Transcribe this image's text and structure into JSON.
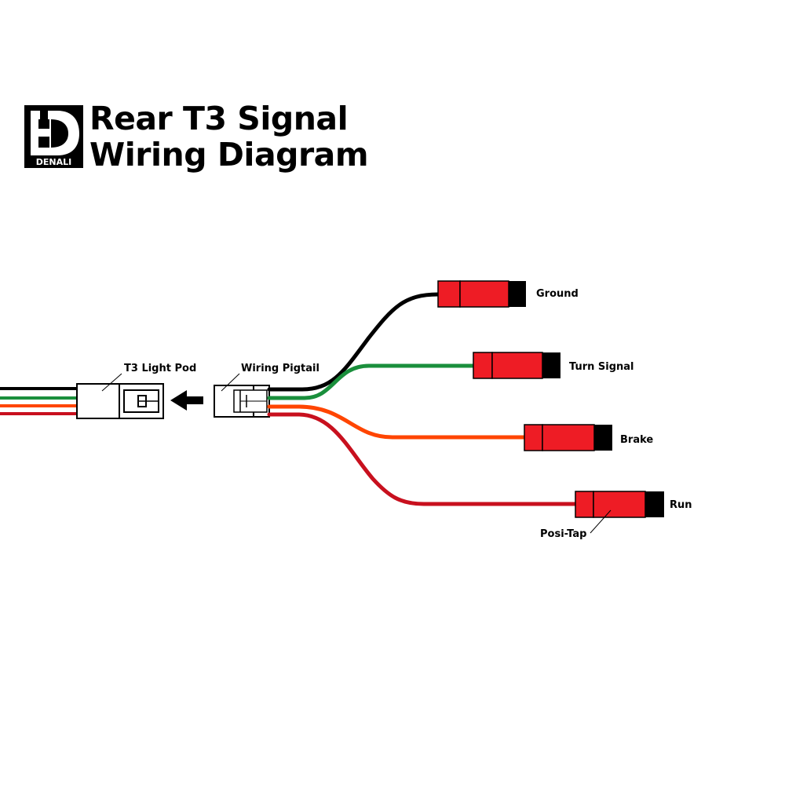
{
  "brand": {
    "name": "DENALI"
  },
  "title": {
    "line1": "Rear T3 Signal",
    "line2": "Wiring Diagram"
  },
  "labels": {
    "light_pod": "T3 Light Pod",
    "pigtail": "Wiring Pigtail",
    "ground": "Ground",
    "turn_signal": "Turn Signal",
    "brake": "Brake",
    "run": "Run",
    "posi_tap": "Posi-Tap"
  },
  "colors": {
    "ground_wire": "#000000",
    "turn_wire": "#1a8f3c",
    "brake_wire": "#ff4500",
    "run_wire": "#c8101e",
    "posi_tap_body": "#ee1c25",
    "posi_tap_cap": "#000000"
  }
}
